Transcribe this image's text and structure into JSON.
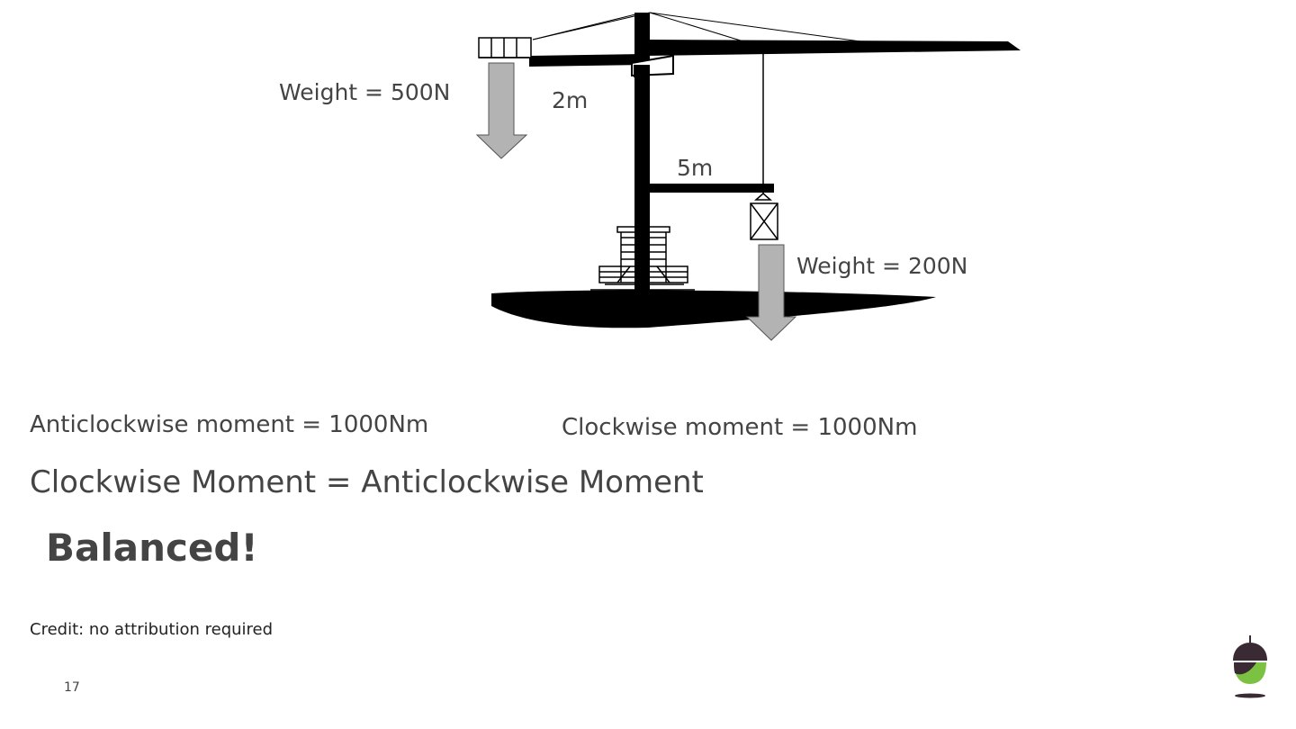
{
  "diagram": {
    "left_weight_label": "Weight = 500N",
    "left_distance_label": "2m",
    "right_distance_label": "5m",
    "right_weight_label": "Weight = 200N"
  },
  "moments": {
    "anticlockwise": "Anticlockwise moment = 1000Nm",
    "clockwise": "Clockwise moment = 1000Nm"
  },
  "equation": "Clockwise Moment = Anticlockwise Moment",
  "conclusion": "Balanced!",
  "credit": "Credit: no attribution required",
  "page_number": "17",
  "colors": {
    "text": "#444444",
    "arrow_fill": "#b3b3b3",
    "silhouette": "#000000",
    "logo_cap": "#3a2a33",
    "logo_body": "#7cc242"
  }
}
